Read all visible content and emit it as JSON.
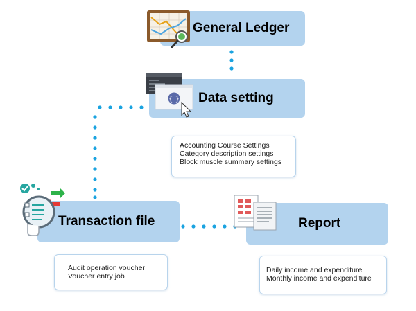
{
  "nodes": {
    "general_ledger": "General Ledger",
    "data_setting": "Data setting",
    "transaction_file": "Transaction file",
    "report": "Report"
  },
  "notes": {
    "data_setting": [
      "Accounting Course Settings",
      "Category description settings",
      "Block muscle summary settings"
    ],
    "transaction_file": [
      "Audit operation voucher",
      "Voucher entry job"
    ],
    "report": [
      "Daily income and expenditure",
      "Monthly income and expenditure"
    ]
  },
  "colors": {
    "node_fill": "#b3d3ee",
    "connector": "#1aa3e0",
    "note_border": "#b8d4ec"
  },
  "icons": [
    "chart-board-icon",
    "code-window-icon",
    "checklist-icon",
    "report-documents-icon"
  ]
}
